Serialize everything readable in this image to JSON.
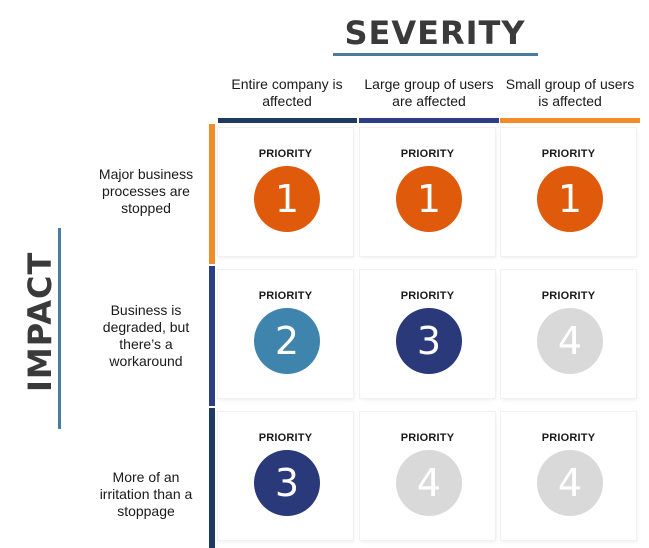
{
  "severity": {
    "title": "SEVERITY",
    "columns": [
      {
        "label_line1": "Entire company is",
        "label_line2": "affected",
        "color": "#1f3a5f"
      },
      {
        "label_line1": "Large group of users",
        "label_line2": "are affected",
        "color": "#2c3e86"
      },
      {
        "label_line1": "Small group of users",
        "label_line2": "is affected",
        "color": "#f28c28"
      }
    ]
  },
  "impact": {
    "title": "IMPACT",
    "rows": [
      {
        "lines": [
          "Major business",
          "processes are",
          "stopped"
        ],
        "color": "#f28c28"
      },
      {
        "lines": [
          "Business is",
          "degraded, but",
          "there’s a",
          "workaround"
        ],
        "color": "#2c3e86"
      },
      {
        "lines": [
          "More of an",
          "irritation than a",
          "stoppage"
        ],
        "color": "#1f3a5f"
      }
    ]
  },
  "matrix": {
    "cell_label": "PRIORITY",
    "cells": [
      [
        {
          "value": "1",
          "color": "#e05a0c"
        },
        {
          "value": "1",
          "color": "#e05a0c"
        },
        {
          "value": "1",
          "color": "#e05a0c"
        }
      ],
      [
        {
          "value": "2",
          "color": "#3f84ad"
        },
        {
          "value": "3",
          "color": "#29397a"
        },
        {
          "value": "4",
          "color": "#d9d9d9"
        }
      ],
      [
        {
          "value": "3",
          "color": "#29397a"
        },
        {
          "value": "4",
          "color": "#d9d9d9"
        },
        {
          "value": "4",
          "color": "#d9d9d9"
        }
      ]
    ]
  }
}
